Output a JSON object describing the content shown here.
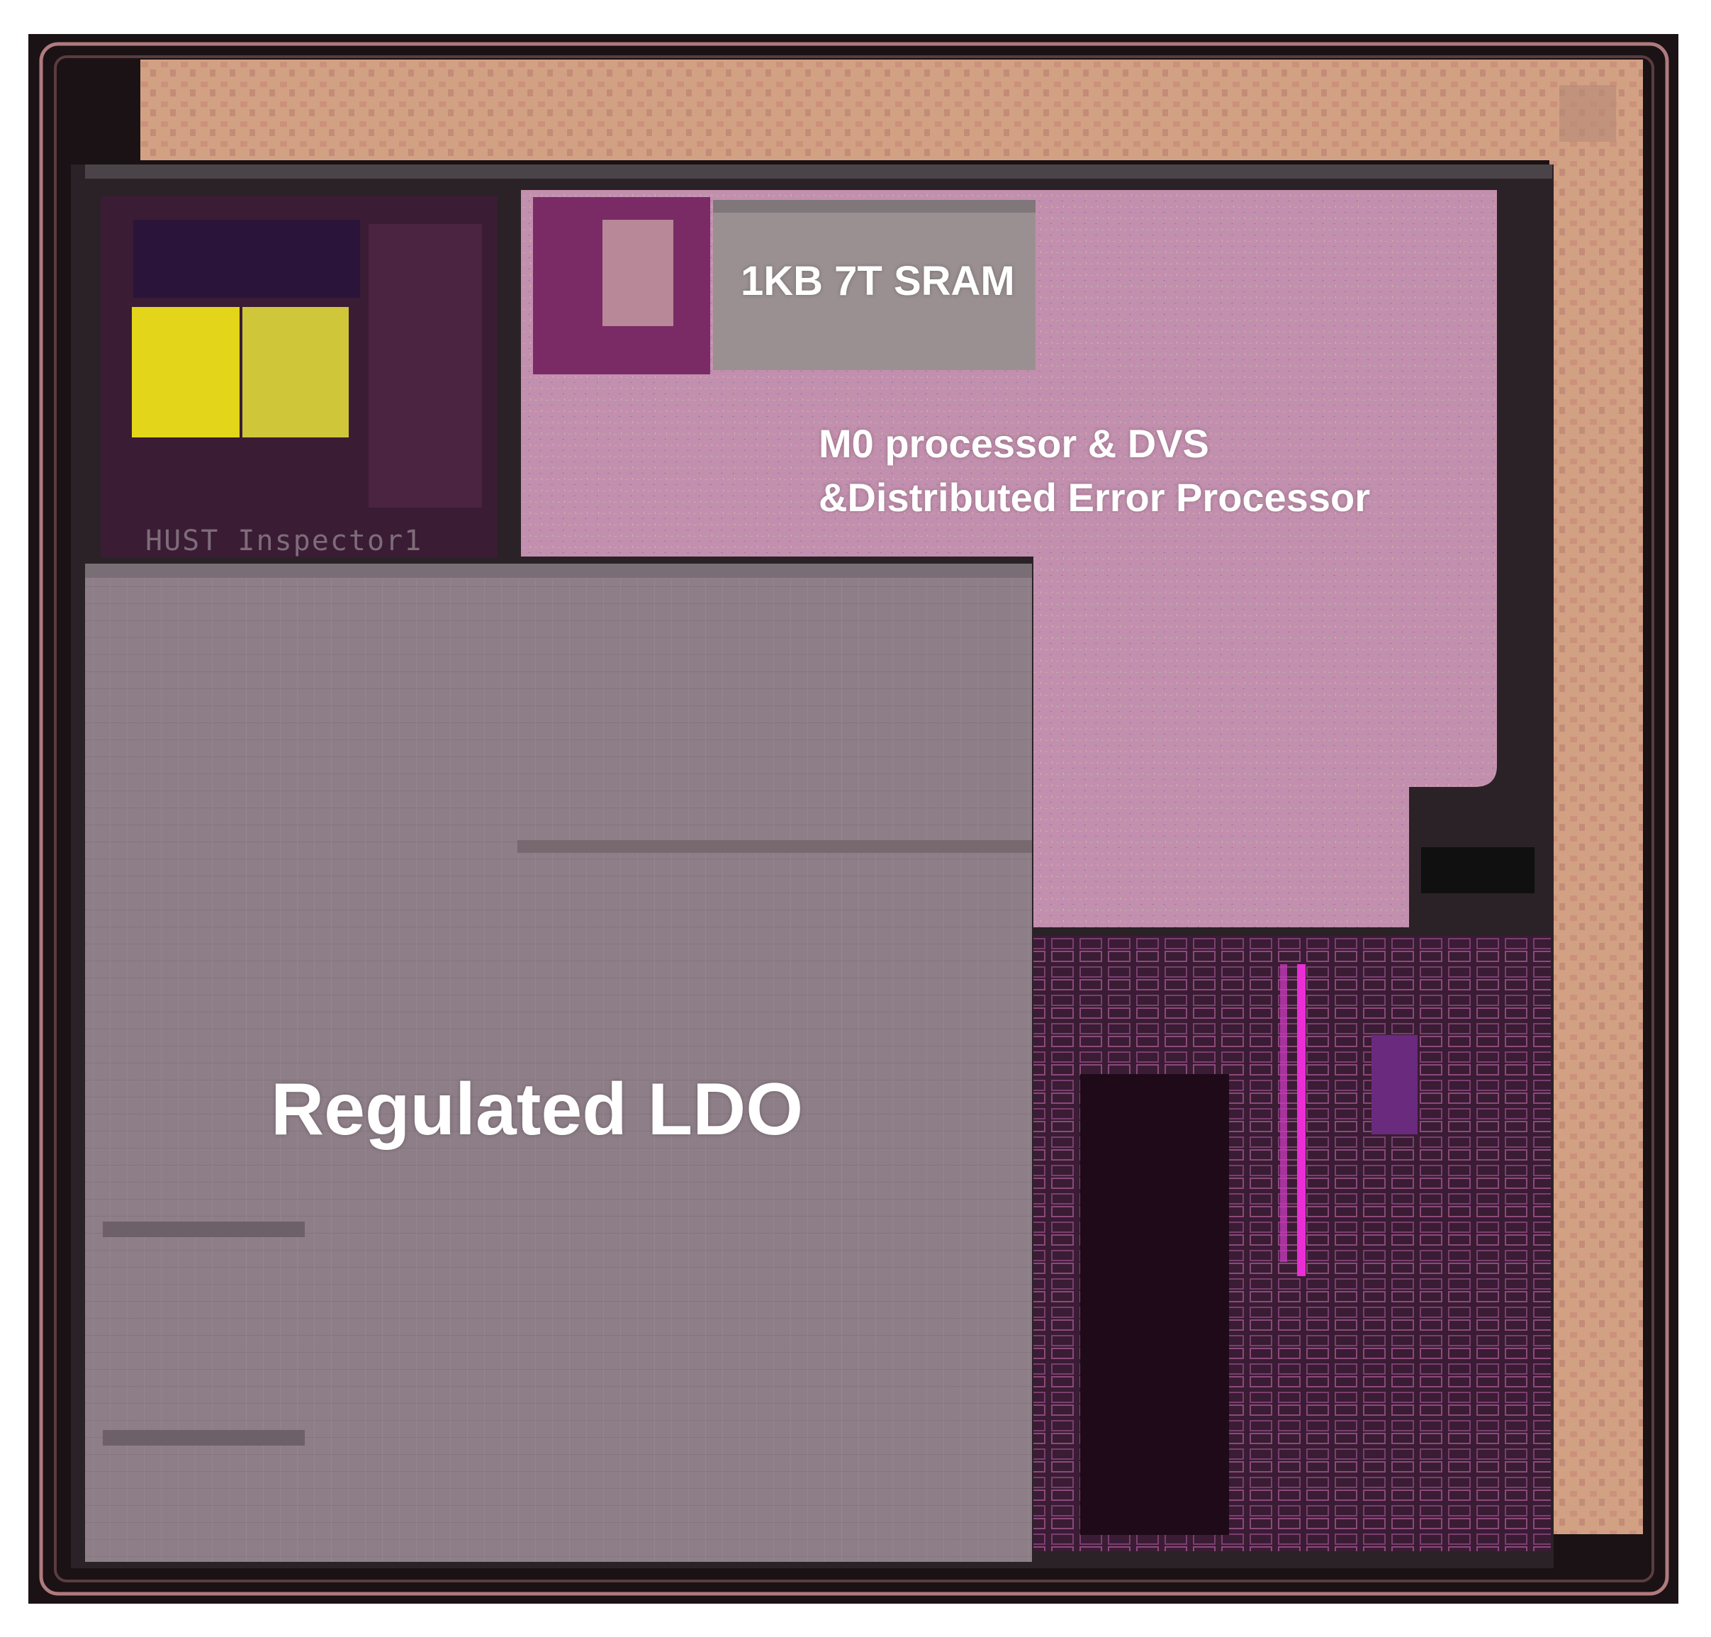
{
  "figure": {
    "kind": "chip die micrograph",
    "labels": {
      "sram": "1KB 7T SRAM",
      "processor_line1": "M0 processor & DVS",
      "processor_line2": "&Distributed Error Processor",
      "ldo": "Regulated LDO"
    },
    "engraving": "HUST Inspector1",
    "colors": {
      "frame": "#1a1214",
      "seal_ring": "#b07a7e",
      "io_ring": "#d2a184",
      "ldo_region": "#8e7e88",
      "processor_region": "#c38fae",
      "sram_region": "#9a9092",
      "analog_block": "#3a1c34",
      "yellow_block": "#e3d51a",
      "magenta_trace": "#ea2ed6",
      "label_text": "#ffffff"
    }
  }
}
